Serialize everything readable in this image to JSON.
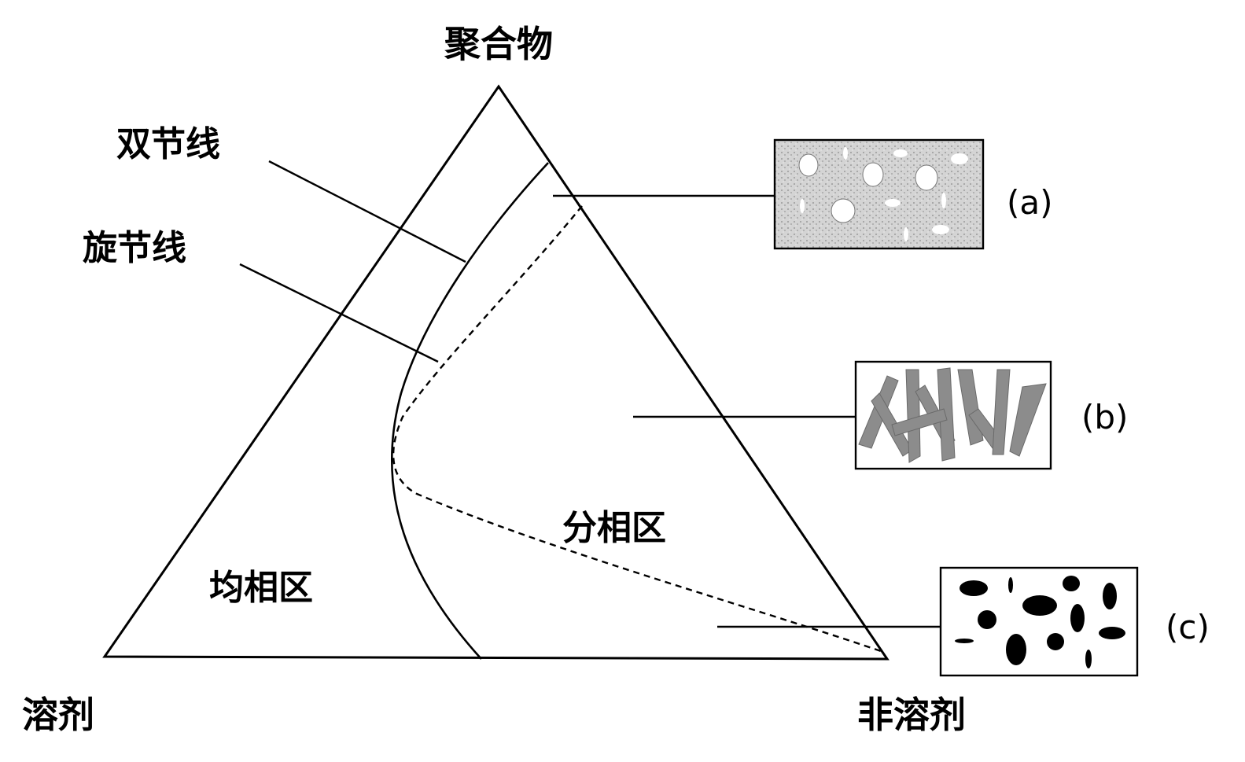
{
  "vertices": {
    "top": "聚合物",
    "bottom_left": "溶剂",
    "bottom_right": "非溶剂"
  },
  "curves": {
    "binodal": "双节线",
    "spinodal": "旋节线"
  },
  "regions": {
    "homogeneous": "均相区",
    "phase_separation": "分相区"
  },
  "morphologies": [
    {
      "label": "(a)",
      "pattern": "light-stippled-with-white-pores"
    },
    {
      "label": "(b)",
      "pattern": "grey-lacy-bicontinuous"
    },
    {
      "label": "(c)",
      "pattern": "black-droplets-on-white"
    }
  ]
}
